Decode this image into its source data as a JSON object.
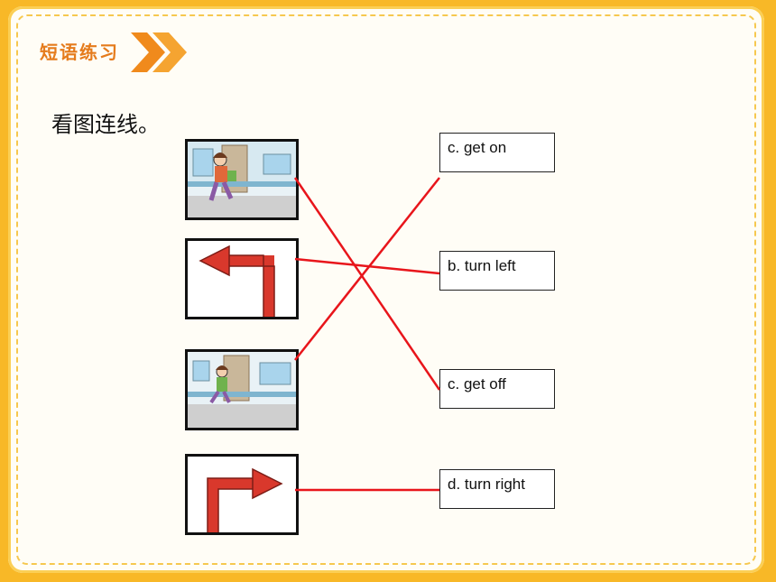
{
  "header": {
    "title": "短语练习",
    "chevron_icon": "double-chevron-right-icon"
  },
  "instruction": "看图连线。",
  "pictures": [
    {
      "icon": "girl-stepping-off-train-icon"
    },
    {
      "icon": "turn-left-arrow-icon"
    },
    {
      "icon": "girl-boarding-train-icon"
    },
    {
      "icon": "turn-right-arrow-icon"
    }
  ],
  "answers": [
    {
      "label": "c. get on"
    },
    {
      "label": "b. turn left"
    },
    {
      "label": "c. get off"
    },
    {
      "label": "d. turn right"
    }
  ],
  "matches": [
    {
      "picture": 0,
      "answer": 2
    },
    {
      "picture": 1,
      "answer": 1
    },
    {
      "picture": 2,
      "answer": 0
    },
    {
      "picture": 3,
      "answer": 3
    }
  ],
  "colors": {
    "line": "#e8151b",
    "arrow": "#d9382c",
    "accent": "#e57b1c",
    "frame": "#f8b827"
  }
}
